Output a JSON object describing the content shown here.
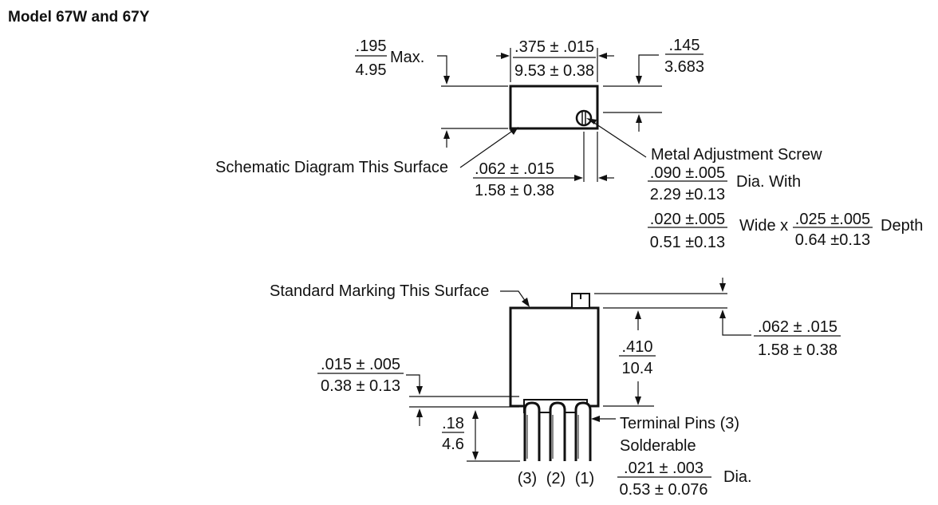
{
  "title": "Model 67W and 67Y",
  "top_view": {
    "height_max": {
      "top": ".195",
      "bottom": "4.95",
      "suffix": "Max."
    },
    "width": {
      "top": ".375 ± .015",
      "bottom": "9.53 ± 0.38"
    },
    "screw_height": {
      "top": ".145",
      "bottom": "3.683"
    },
    "schematic_label": "Schematic Diagram This Surface",
    "screw_offset": {
      "top": ".062 ± .015",
      "bottom": "1.58 ± 0.38"
    },
    "screw_label": "Metal Adjustment Screw",
    "screw_dia": {
      "top": ".090 ±.005",
      "bottom": "2.29 ±0.13",
      "suffix": "Dia. With"
    },
    "slot_wide": {
      "top": ".020 ±.005",
      "bottom": "0.51 ±0.13",
      "suffix": "Wide x"
    },
    "slot_depth": {
      "top": ".025 ±.005",
      "bottom": "0.64 ±0.13",
      "suffix": "Depth"
    }
  },
  "front_view": {
    "marking_label": "Standard Marking This Surface",
    "screw_protrusion": {
      "top": ".062 ± .015",
      "bottom": "1.58 ± 0.38"
    },
    "body_height": {
      "top": ".410",
      "bottom": "10.4"
    },
    "standoff": {
      "top": ".015 ± .005",
      "bottom": "0.38 ± 0.13"
    },
    "pin_length": {
      "top": ".18",
      "bottom": "4.6"
    },
    "pins_label_1": "Terminal Pins (3)",
    "pins_label_2": "Solderable",
    "pin_dia": {
      "top": ".021 ± .003",
      "bottom": "0.53 ± 0.076",
      "suffix": "Dia."
    },
    "pin_numbers": [
      "(3)",
      "(2)",
      "(1)"
    ]
  }
}
